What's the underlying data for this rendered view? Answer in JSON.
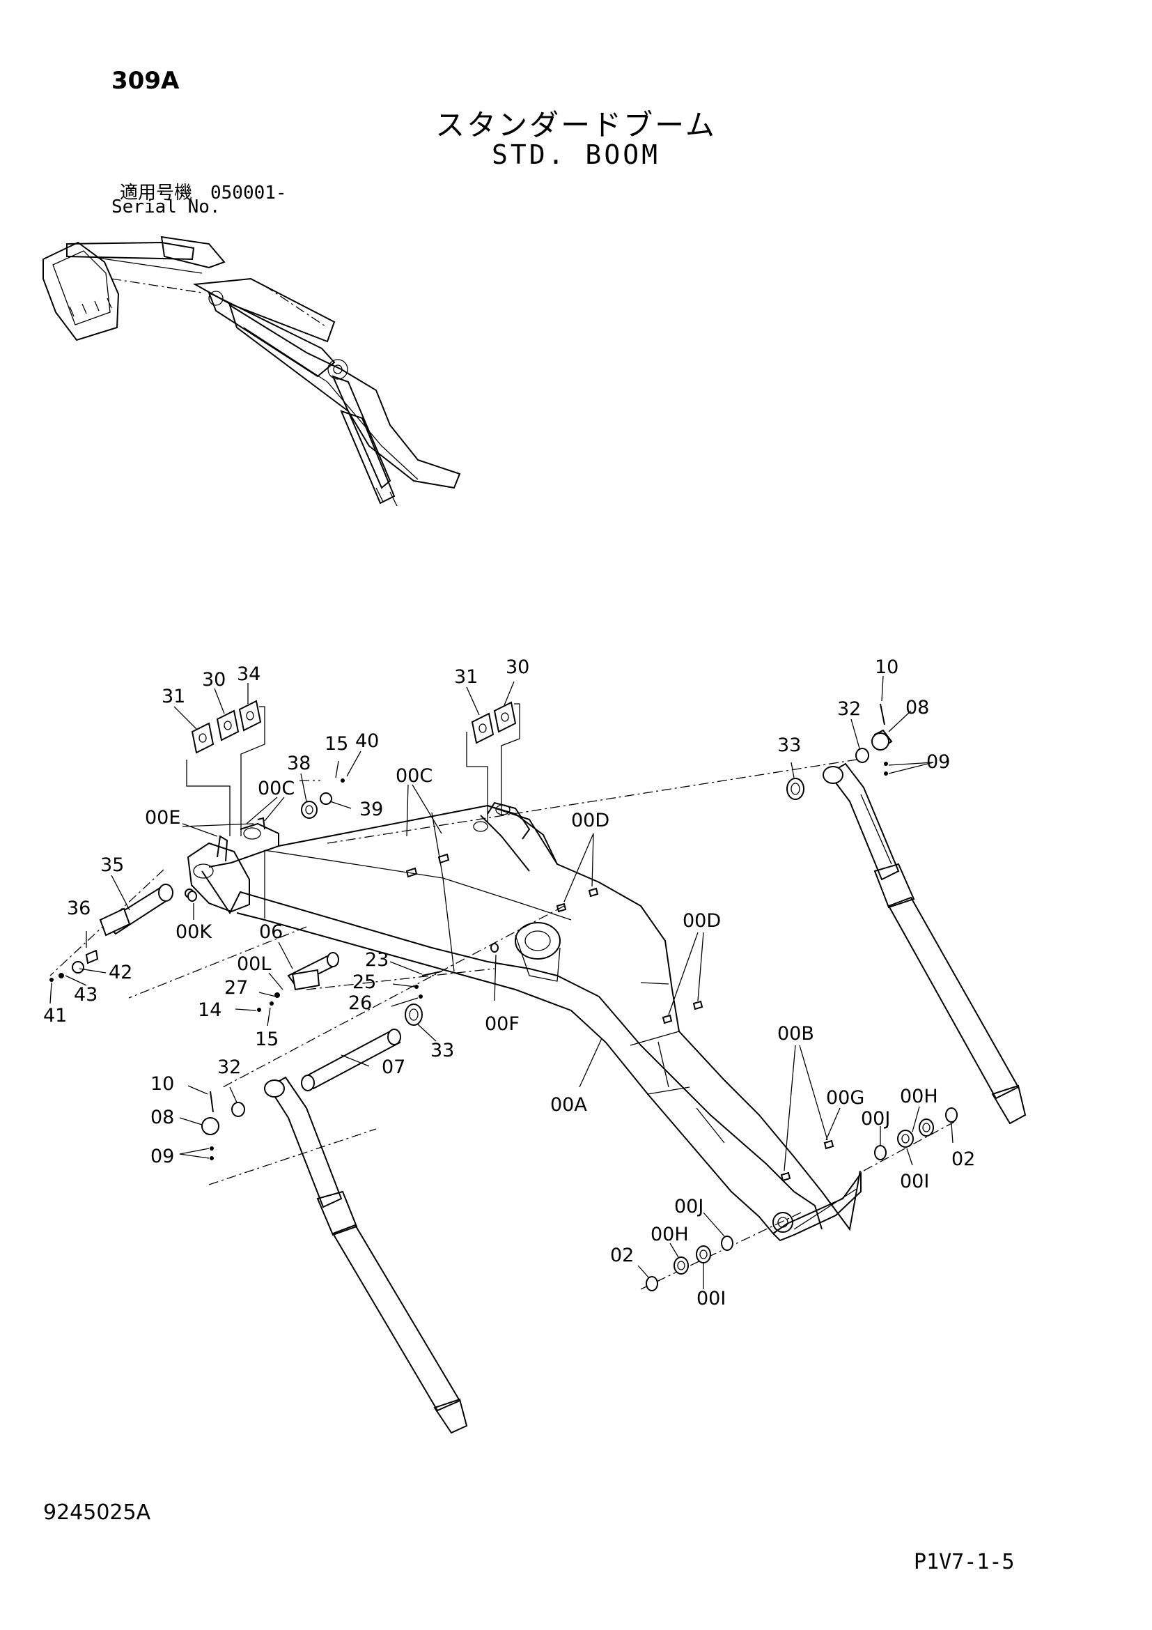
{
  "header": {
    "page_code": "309A",
    "title_jp": "スタンダードブーム",
    "title_en": "STD. BOOM",
    "serial_jp": "適用号機　050001-",
    "serial_en": "Serial No."
  },
  "footer": {
    "doc_number": "9245025A",
    "page_ref": "P1V7-1-5"
  },
  "callouts": {
    "c31a": "31",
    "c30a": "30",
    "c34": "34",
    "c31b": "31",
    "c30b": "30",
    "c10a": "10",
    "c32a": "32",
    "c08a": "08",
    "c09a": "09",
    "c33a": "33",
    "c15a": "15",
    "c40": "40",
    "c38": "38",
    "c39": "39",
    "c00Ca": "00C",
    "c00Cb": "00C",
    "c00E": "00E",
    "c00D1": "00D",
    "c35": "35",
    "c36": "36",
    "c42": "42",
    "c43": "43",
    "c41": "41",
    "c00K": "00K",
    "c06": "06",
    "c00L": "00L",
    "c27": "27",
    "c14": "14",
    "c15b": "15",
    "c23": "23",
    "c25": "25",
    "c26": "26",
    "c33b": "33",
    "c00F": "00F",
    "c00D2": "00D",
    "c07": "07",
    "c00A": "00A",
    "c00B": "00B",
    "c00G": "00G",
    "c00Ja": "00J",
    "c00Ha": "00H",
    "c02a": "02",
    "c00Ia": "00I",
    "c10b": "10",
    "c32b": "32",
    "c08b": "08",
    "c09b": "09",
    "c00Jb": "00J",
    "c00Hb": "00H",
    "c02b": "02",
    "c00Ib": "00I"
  }
}
